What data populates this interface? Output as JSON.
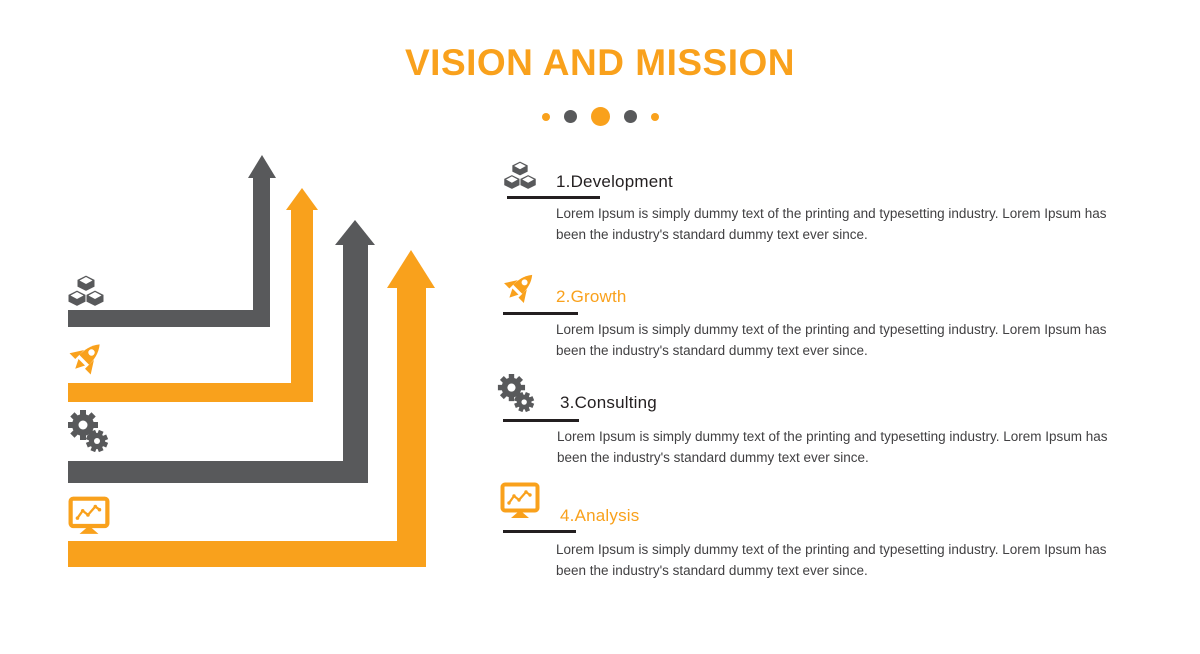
{
  "title": "VISION AND MISSION",
  "theme": {
    "accent_orange": "#F9A11C",
    "gray": "#58595B",
    "heading_dark": "#231F20",
    "body_text": "#414042"
  },
  "pagination": {
    "dots": [
      {
        "size": 8,
        "color": "#F9A11C"
      },
      {
        "size": 13,
        "color": "#58595B"
      },
      {
        "size": 19,
        "color": "#F9A11C"
      },
      {
        "size": 13,
        "color": "#58595B"
      },
      {
        "size": 8,
        "color": "#F9A11C"
      }
    ]
  },
  "sections": [
    {
      "label": "1.Development",
      "icon": "cubes-icon",
      "body": "Lorem Ipsum is simply dummy text of the printing and typesetting industry. Lorem Ipsum has been the industry's standard dummy text ever since."
    },
    {
      "label": "2.Growth",
      "icon": "rocket-icon",
      "body": "Lorem Ipsum is simply dummy text of the printing and typesetting industry. Lorem Ipsum has been the industry's standard dummy text ever since."
    },
    {
      "label": "3.Consulting",
      "icon": "gears-icon",
      "body": "Lorem Ipsum is simply dummy text of the printing and typesetting industry. Lorem Ipsum has been the industry's standard dummy text ever since."
    },
    {
      "label": "4.Analysis",
      "icon": "monitor-chart-icon",
      "body": "Lorem Ipsum is simply dummy text of the printing and typesetting industry. Lorem Ipsum has been the industry's standard dummy text ever since."
    }
  ]
}
